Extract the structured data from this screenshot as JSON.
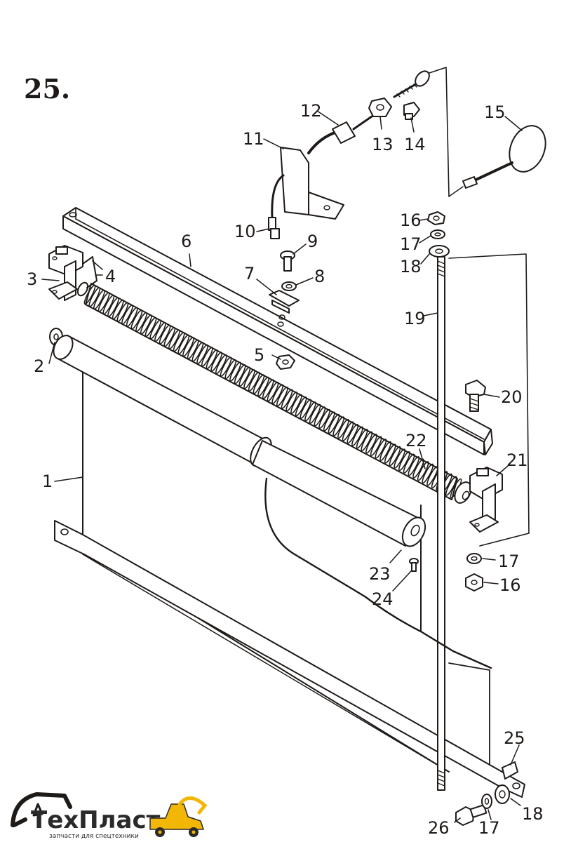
{
  "figure_number": "25.",
  "callouts": {
    "c1": "1",
    "c2": "2",
    "c3": "3",
    "c4": "4",
    "c5": "5",
    "c6": "6",
    "c7": "7",
    "c8": "8",
    "c9": "9",
    "c10": "10",
    "c11": "11",
    "c12": "12",
    "c13": "13",
    "c14": "14",
    "c15": "15",
    "c16a": "16",
    "c17a": "17",
    "c18a": "18",
    "c19": "19",
    "c20": "20",
    "c21": "21",
    "c22": "22",
    "c17b": "17",
    "c16b": "16",
    "c23": "23",
    "c24": "24",
    "c25": "25",
    "c18b": "18",
    "c17c": "17",
    "c26": "26"
  },
  "logo": {
    "brand": "ТехПласт",
    "tagline": "запчасти для спецтехники",
    "colors": {
      "accent": "#f2b705",
      "ink": "#2a2a2a"
    }
  }
}
